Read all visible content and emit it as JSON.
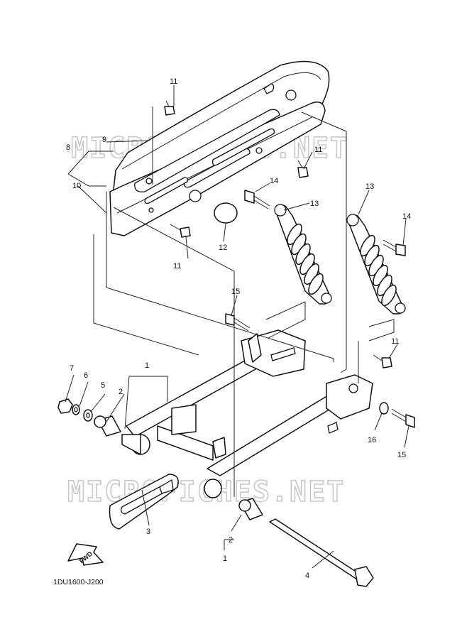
{
  "watermarks": [
    "MICROFICHES.NET",
    "MICROFICHES.NET"
  ],
  "diagram_code": "1DU1600-J200",
  "fwd_label": "FWD",
  "callouts": {
    "c1_upper": "1",
    "c1_lower": "1",
    "c2_left": "2",
    "c2_lower": "2",
    "c3": "3",
    "c4": "4",
    "c5": "5",
    "c6": "6",
    "c7": "7",
    "c8": "8",
    "c9": "9",
    "c10": "10",
    "c11_top": "11",
    "c11_right": "11",
    "c11_lower": "11",
    "c11_mid": "11",
    "c12": "12",
    "c13_left": "13",
    "c13_right": "13",
    "c14_left": "14",
    "c14_right": "14",
    "c15_top": "15",
    "c15_bottom": "15",
    "c16": "16"
  }
}
